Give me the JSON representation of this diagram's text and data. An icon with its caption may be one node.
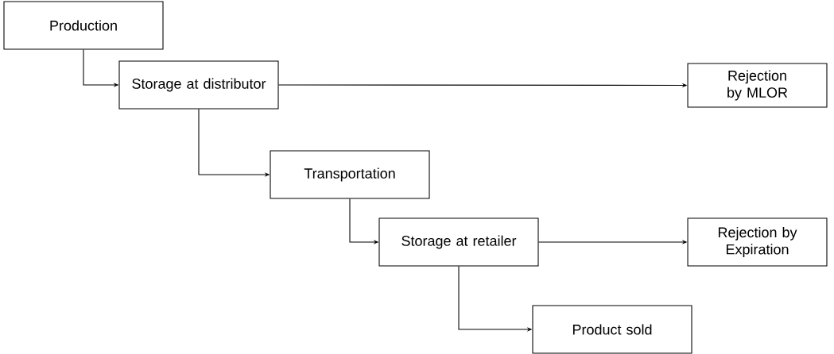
{
  "diagram": {
    "nodes": [
      {
        "text": [
          "Production"
        ]
      },
      {
        "text": [
          "Storage at distributor"
        ]
      },
      {
        "text": [
          "Rejection by MLOR"
        ]
      },
      {
        "text": [
          "Transportation"
        ]
      },
      {
        "text": [
          "Storage at retailer"
        ]
      },
      {
        "text": [
          "Rejection by Expiration"
        ]
      },
      {
        "text": [
          "Product sold"
        ]
      }
    ],
    "edges": [
      {
        "from": 0,
        "to": 1,
        "arrow": "to"
      },
      {
        "from": 1,
        "to": 2,
        "arrow": "to"
      },
      {
        "from": 1,
        "to": 3,
        "arrow": "to"
      },
      {
        "from": 3,
        "to": 4,
        "arrow": "to"
      },
      {
        "from": 4,
        "to": 5,
        "arrow": "to"
      },
      {
        "from": 4,
        "to": 6,
        "arrow": "to"
      }
    ]
  }
}
